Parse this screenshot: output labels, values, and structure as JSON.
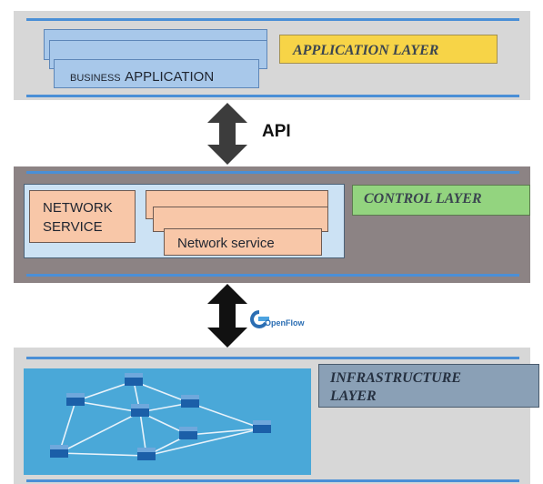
{
  "application_layer": {
    "label": "APPLICATION LAYER",
    "business_app_small": "BUSINESS",
    "business_app_large": "APPLICATION"
  },
  "api_label": "API",
  "control_layer": {
    "label": "CONTROL LAYER",
    "network_service_box": "NETWORK SERVICE",
    "network_service_stack": "Network service"
  },
  "openflow_label": "OpenFlow",
  "infrastructure_layer": {
    "label_line1": "INFRASTRUCTURE",
    "label_line2": "LAYER"
  },
  "colors": {
    "layer_bg": "#d7d7d7",
    "control_bg": "#8c8384",
    "rule": "#4a8fd6",
    "app_box": "#a8c8ea",
    "app_label": "#f7d447",
    "control_label": "#93d47f",
    "network_box": "#f8c7a8",
    "infra_label": "#8aa0b6",
    "network_bg": "#4aa8d8",
    "switch": "#1b5fa8"
  }
}
